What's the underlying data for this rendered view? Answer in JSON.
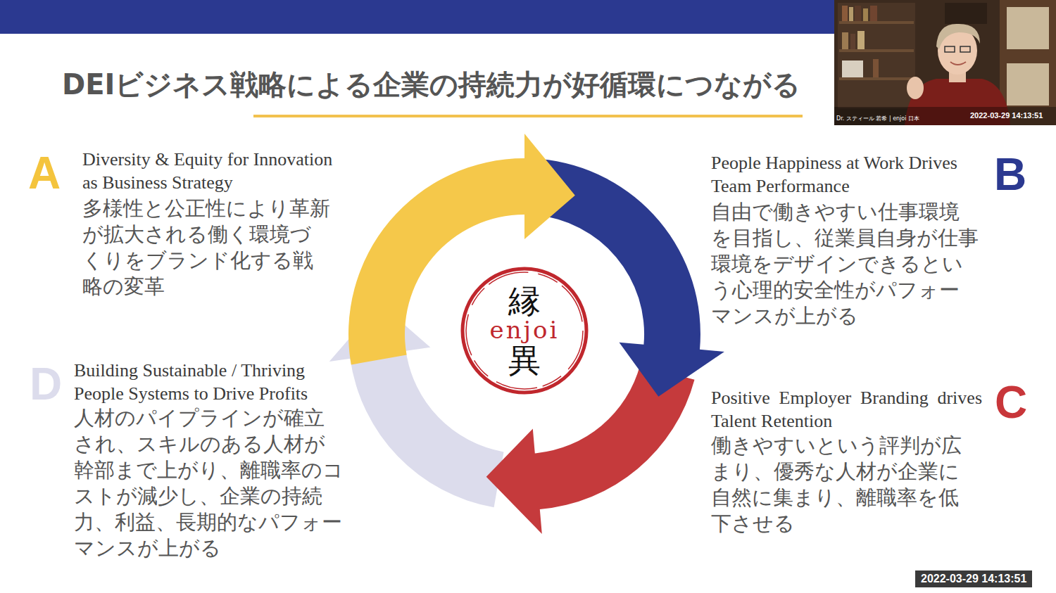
{
  "diagram": {
    "title": "DEIビジネス戦略による企業の持続力が好循環につながる",
    "nodes": [
      {
        "text": [
          "縁",
          "enjoi",
          "異"
        ]
      }
    ],
    "labels": [
      "A",
      "Diversity & Equity for Innovation as Business Strategy",
      "多様性と公正性により革新が拡大される働く環境づくりをブランド化する戦略の変革",
      "B",
      "People Happiness at Work Drives Team Performance",
      "自由で働きやすい仕事環境を目指し、従業員自身が仕事環境をデザインできるという心理的安全性がパフォーマンスが上がる",
      "C",
      "Positive Employer Branding drives Talent Retention",
      "働きやすいという評判が広まり、優秀な人材が企業に自然に集まり、離職率を低下させる",
      "D",
      "Building Sustainable / Thriving People Systems to Drive Profits",
      "人材のパイプラインが確立され、スキルのある人材が幹部まで上がり、離職率のコストが減少し、企業の持続力、利益、長期的なパフォーマンスが上がる",
      "Dr. スティール 若希 | enjoi 日本",
      "2022-03-29 14:13:51",
      "2022-03-29 14:13:51"
    ]
  }
}
